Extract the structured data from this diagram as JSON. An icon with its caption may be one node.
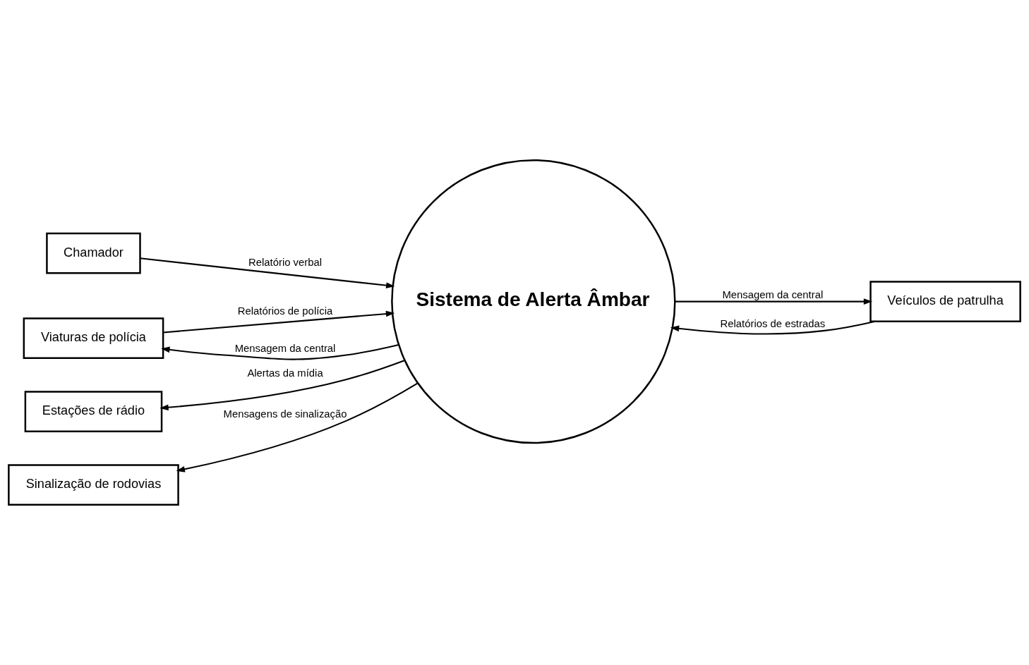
{
  "diagram": {
    "nodes": [
      {
        "text": [
          "Chamador"
        ]
      },
      {
        "text": [
          "Viaturas de polícia"
        ]
      },
      {
        "text": [
          "Sistema de Alerta Âmbar"
        ]
      },
      {
        "text": [
          "Estações de rádio"
        ]
      },
      {
        "text": [
          "Sinalização de rodovias"
        ]
      },
      {
        "text": [
          "Veículos de patrulha"
        ]
      }
    ],
    "edges": [
      {
        "from": 0,
        "to": 2,
        "arrow": "to",
        "label": "Relatório verbal"
      },
      {
        "from": 2,
        "to": 1,
        "arrow": "to",
        "label": "Mensagem da central"
      },
      {
        "from": 1,
        "to": 2,
        "arrow": "to",
        "label": "Relatórios de polícia"
      },
      {
        "from": 5,
        "to": 2,
        "arrow": "to",
        "label": "Relatórios de estradas"
      },
      {
        "from": 2,
        "to": 3,
        "arrow": "to",
        "label": "Alertas da mídia"
      },
      {
        "from": 2,
        "to": 4,
        "arrow": "to",
        "label": "Mensagens de sinalização"
      },
      {
        "from": 2,
        "to": 5,
        "arrow": "to",
        "label": "Mensagem da central"
      }
    ]
  }
}
